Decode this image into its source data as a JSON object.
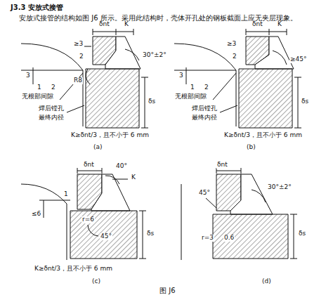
{
  "diagram": {
    "title": "J3.3 安放式接管",
    "caption": "图 J6",
    "labels": [
      "安放式接管的结构如图 J6 所示。采用此结构时，壳体开孔处的钢板截面上应无夹层现象。",
      "δnt",
      "K",
      "≥3",
      "2",
      "30°±2°",
      "3",
      "R8",
      "1",
      "2",
      "无根部间隙",
      "焊后镗孔",
      "最终内径",
      "δs",
      "K≥δnt/3，且不小于 6 mm",
      "(a)",
      "δnt",
      "K",
      "≥3",
      "2",
      "≥45°",
      "3",
      "1",
      "2",
      "无根部间隙",
      "焊后镗孔",
      "最终内径",
      "δs",
      "K≥δnt/3，且不小于 6 mm",
      "(b)",
      "δnt",
      "40°",
      "K",
      "1",
      "≤6",
      "r=6",
      "45°",
      "δs",
      "K≥δnt/3，且不小于 6 mm",
      "(c)",
      "δnt",
      "30°±2°",
      "45°",
      "r=3",
      "0.6",
      "δs",
      "(d)"
    ]
  }
}
